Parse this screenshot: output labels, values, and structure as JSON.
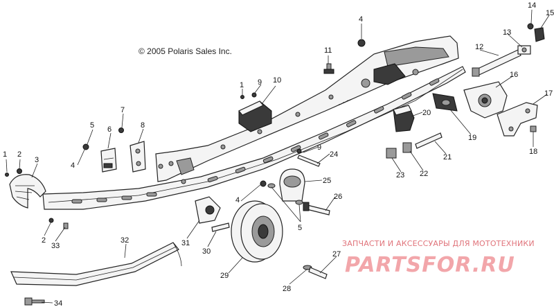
{
  "copyright": "© 2005 Polaris Sales Inc.",
  "watermark": {
    "caption": "ЗАПЧАСТИ И АКСЕССУАРЫ ДЛЯ МОТОТЕХНИКИ",
    "logo": "PARTSFOR.RU",
    "color": "#e0737a"
  },
  "callouts": {
    "c1": "1",
    "c2": "2",
    "c3": "3",
    "c4": "4",
    "c5": "5",
    "c6": "6",
    "c7": "7",
    "c8": "8",
    "c9": "9",
    "c10": "10",
    "c11": "11",
    "c12": "12",
    "c13": "13",
    "c14": "14",
    "c15": "15",
    "c16": "16",
    "c17": "17",
    "c18": "18",
    "c19": "19",
    "c20": "20",
    "c21": "21",
    "c22": "22",
    "c23": "23",
    "c24": "24",
    "c25": "25",
    "c26": "26",
    "c27": "27",
    "c28": "28",
    "c29": "29",
    "c30": "30",
    "c31": "31",
    "c32": "32",
    "c33": "33",
    "c34": "34"
  }
}
